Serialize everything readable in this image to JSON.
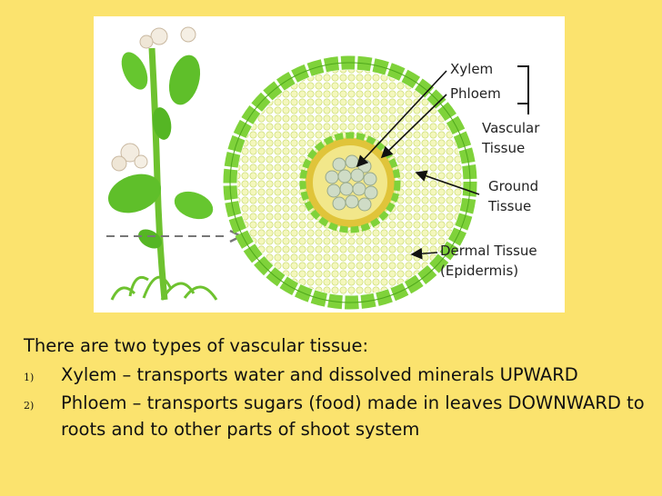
{
  "diagram": {
    "labels": {
      "xylem": "Xylem",
      "phloem": "Phloem",
      "vascular_line1": "Vascular",
      "vascular_line2": "Tissue",
      "ground_line1": "Ground",
      "ground_line2": "Tissue",
      "dermal_line1": "Dermal Tissue",
      "dermal_line2": "(Epidermis)"
    },
    "colors": {
      "background": "#fbe36e",
      "epidermis": "#7fd23a",
      "ground": "#f2f5b0",
      "phloem_ring": "#e0c43a",
      "xylem": "#cfdcc6"
    }
  },
  "text": {
    "intro": "There are two types of vascular tissue:",
    "items": [
      {
        "num": "1)",
        "text": "Xylem – transports water and dissolved minerals UPWARD"
      },
      {
        "num": "2)",
        "text": "Phloem – transports sugars (food) made in leaves DOWNWARD to roots and to other parts of shoot system"
      }
    ]
  }
}
